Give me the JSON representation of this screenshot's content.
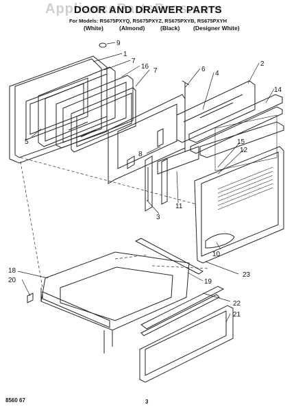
{
  "header": {
    "watermark": "AppliancePartsPros.com",
    "title": "DOOR AND DRAWER PARTS",
    "models": "For Models: RS675PXYQ, RS675PXYZ, RS675PXYB, RS675PXYH",
    "colors": [
      "(White)",
      "(Almond)",
      "(Black)",
      "(Designer White)"
    ]
  },
  "callouts": [
    "9",
    "1",
    "7",
    "16",
    "7",
    "6",
    "4",
    "2",
    "14",
    "5",
    "8",
    "3",
    "11",
    "15",
    "12",
    "10",
    "23",
    "18",
    "20",
    "19",
    "22",
    "21"
  ],
  "footer": {
    "doc_number": "8560 67",
    "page": "3"
  }
}
